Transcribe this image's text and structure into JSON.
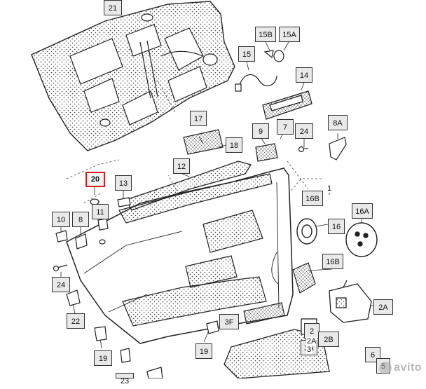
{
  "callouts": [
    {
      "id": "c21",
      "text": "21",
      "highlight": false
    },
    {
      "id": "c15b",
      "text": "15B",
      "highlight": false
    },
    {
      "id": "c15a",
      "text": "15A",
      "highlight": false
    },
    {
      "id": "c15",
      "text": "15",
      "highlight": false
    },
    {
      "id": "c14",
      "text": "14",
      "highlight": false
    },
    {
      "id": "c17",
      "text": "17",
      "highlight": false
    },
    {
      "id": "c9",
      "text": "9",
      "highlight": false
    },
    {
      "id": "c7",
      "text": "7",
      "highlight": false
    },
    {
      "id": "c24a",
      "text": "24",
      "highlight": false
    },
    {
      "id": "c8a",
      "text": "8A",
      "highlight": false
    },
    {
      "id": "c18",
      "text": "18",
      "highlight": false
    },
    {
      "id": "c12",
      "text": "12",
      "highlight": false
    },
    {
      "id": "c20",
      "text": "20",
      "highlight": true
    },
    {
      "id": "c13",
      "text": "13",
      "highlight": false
    },
    {
      "id": "c16b1",
      "text": "16B",
      "highlight": false
    },
    {
      "id": "c11",
      "text": "11",
      "highlight": false
    },
    {
      "id": "c10",
      "text": "10",
      "highlight": false
    },
    {
      "id": "c8",
      "text": "8",
      "highlight": false
    },
    {
      "id": "c16a",
      "text": "16A",
      "highlight": false
    },
    {
      "id": "c16",
      "text": "16",
      "highlight": false
    },
    {
      "id": "c16b2",
      "text": "16B",
      "highlight": false
    },
    {
      "id": "c24b",
      "text": "24",
      "highlight": false
    },
    {
      "id": "c2a",
      "text": "2A",
      "highlight": false
    },
    {
      "id": "c22",
      "text": "22",
      "highlight": false
    },
    {
      "id": "c3f",
      "text": "3F",
      "highlight": false
    },
    {
      "id": "c2",
      "text": "2",
      "highlight": false
    },
    {
      "id": "c2b",
      "text": "2B",
      "highlight": false
    },
    {
      "id": "c3a",
      "text": "3A",
      "highlight": false
    },
    {
      "id": "c19a",
      "text": "19",
      "highlight": false
    },
    {
      "id": "c19b",
      "text": "19",
      "highlight": false
    },
    {
      "id": "c6",
      "text": "6",
      "highlight": false
    },
    {
      "id": "c5",
      "text": "5",
      "highlight": false
    },
    {
      "id": "c23",
      "text": "23",
      "highlight": false
    }
  ],
  "plain_labels": {
    "one": "1",
    "two_a_small": "2A",
    "three": "3"
  },
  "watermark": "avito",
  "colors": {
    "line": "#222222",
    "label_fill": "#e9e9e9",
    "highlight": "#d0211c",
    "stipple": "#444444"
  }
}
